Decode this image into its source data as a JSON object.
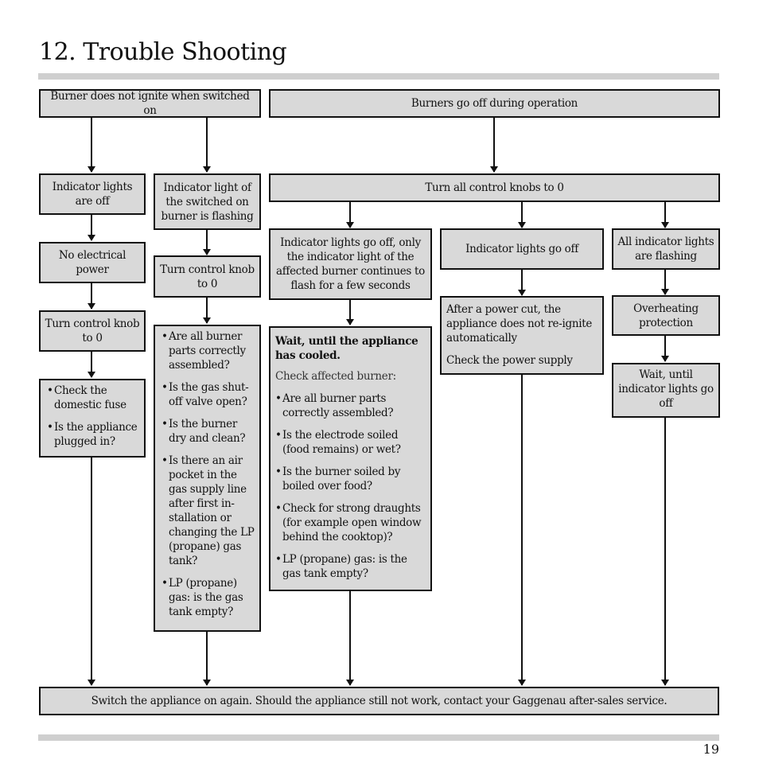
{
  "page": {
    "title": "12. Trouble Shooting",
    "page_number": "19"
  },
  "flow": {
    "b1": "Burner does not ignite when switched on",
    "b2": "Burners go off during operation",
    "b3": "Indicator lights are off",
    "b4": "Indicator light of the switched on burner is flashing",
    "b5": "Turn all control knobs to 0",
    "b6": "No electrical power",
    "b7": "Turn control knob to 0",
    "b8": "Indicator lights go off, only the indicator light of the affected burner continues to flash for a few seconds",
    "b9": "Indicator lights go off",
    "b10": "All indicator lights are flashing",
    "b11": "Turn control knob to 0",
    "b12": {
      "items": [
        "Check the domestic fuse",
        "Is the appliance plugged in?"
      ]
    },
    "b13": {
      "items": [
        "Are all burner parts correctly assembled?",
        "Is the gas shut-off valve open?",
        "Is the burner dry and clean?",
        "Is there an air pocket in the gas supply line after first in-stallation or changing the LP (propane) gas tank?",
        "LP (propane) gas: is the gas tank empty?"
      ]
    },
    "b14": {
      "heading": "Wait, until the appliance has cooled.",
      "sub": "Check affected burner:",
      "items": [
        "Are all burner parts correctly assembled?",
        "Is the electrode soiled (food remains) or wet?",
        "Is the burner soiled by boiled over food?",
        "Check for strong draughts (for example open window behind the cooktop)?",
        "LP (propane) gas: is the gas tank empty?"
      ]
    },
    "b15": {
      "line1": "After a power cut, the appliance does not re-ignite automatically",
      "line2": "Check the power supply"
    },
    "b16": "Overheating protection",
    "b17": "Wait, until indicator lights go off",
    "b18": "Switch the appliance on again. Should the appliance still not work, contact your Gaggenau after-sales service."
  }
}
